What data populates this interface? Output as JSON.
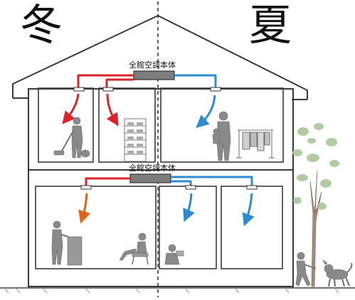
{
  "seasons": {
    "winter": "冬",
    "summer": "夏"
  },
  "units": {
    "upper_label": "全館空調本体",
    "lower_label": "全館空調本体"
  },
  "colors": {
    "warm_duct": "#d8242b",
    "cool_duct": "#2d8bd0",
    "warm_arrow_lower": "#e0651c",
    "unit_body": "#7d7d7d",
    "outline": "#3a3a3a",
    "silhouette": "#8a8a8a",
    "tree_leaves": "#a9c79a"
  },
  "icons": [
    "person-vacuuming-icon",
    "shoe-rack-icon",
    "person-holding-child-icon",
    "clothes-rack-icon",
    "person-at-counter-icon",
    "person-in-chair-icon",
    "child-reading-icon",
    "person-running-icon",
    "dog-icon",
    "tree-icon"
  ]
}
